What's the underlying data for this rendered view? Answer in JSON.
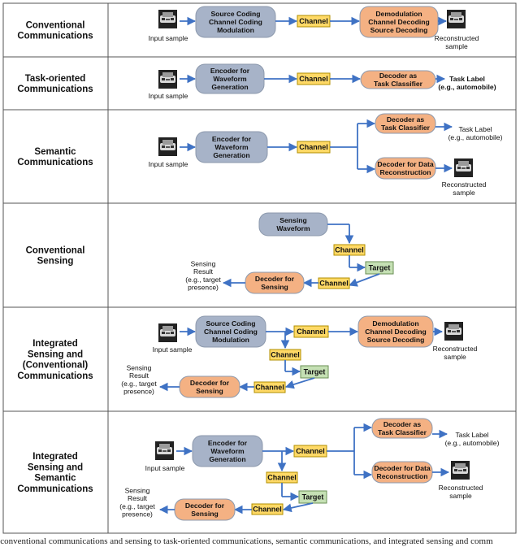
{
  "colors": {
    "blue_box": "#a7b3c8",
    "orange_box": "#f4b183",
    "channel_box": "#ffd966",
    "target_box": "#c5e0b4",
    "arrow": "#3f72c4",
    "border": "#555555"
  },
  "rows": [
    {
      "label": [
        "Conventional",
        "Communications"
      ],
      "texts": {
        "input": "Input sample",
        "encoder": [
          "Source Coding",
          "Channel Coding",
          "Modulation"
        ],
        "channel": "Channel",
        "decoder": [
          "Demodulation",
          "Channel Decoding",
          "Source Decoding"
        ],
        "output": [
          "Reconstructed",
          "sample"
        ]
      }
    },
    {
      "label": [
        "Task-oriented",
        "Communications"
      ],
      "texts": {
        "input": "Input sample",
        "encoder": [
          "Encoder for",
          "Waveform",
          "Generation"
        ],
        "channel": "Channel",
        "decoder": [
          "Decoder as",
          "Task Classifier"
        ],
        "output": [
          "Task Label",
          "(e.g., automobile)"
        ]
      }
    },
    {
      "label": [
        "Semantic",
        "Communications"
      ],
      "texts": {
        "input": "Input sample",
        "encoder": [
          "Encoder for",
          "Waveform",
          "Generation"
        ],
        "channel": "Channel",
        "decoder1": [
          "Decoder as",
          "Task Classifier"
        ],
        "output1": [
          "Task Label",
          "(e.g., automobile)"
        ],
        "decoder2": [
          "Decoder for Data",
          "Reconstruction"
        ],
        "output2": [
          "Reconstructed",
          "sample"
        ]
      }
    },
    {
      "label": [
        "Conventional",
        "Sensing"
      ],
      "texts": {
        "waveform": [
          "Sensing",
          "Waveform"
        ],
        "channel1": "Channel",
        "target": "Target",
        "channel2": "Channel",
        "decoder": [
          "Decoder for",
          "Sensing"
        ],
        "result": [
          "Sensing",
          "Result",
          "(e.g., target",
          "presence)"
        ]
      }
    },
    {
      "label": [
        "Integrated",
        "Sensing and",
        "(Conventional)",
        "Communications"
      ],
      "texts": {
        "input": "Input sample",
        "encoder": [
          "Source Coding",
          "Channel Coding",
          "Modulation"
        ],
        "channel": "Channel",
        "decoder": [
          "Demodulation",
          "Channel Decoding",
          "Source Decoding"
        ],
        "output": [
          "Reconstructed",
          "sample"
        ],
        "channel1": "Channel",
        "target": "Target",
        "channel2": "Channel",
        "sdecoder": [
          "Decoder for",
          "Sensing"
        ],
        "result": [
          "Sensing",
          "Result",
          "(e.g., target",
          "presence)"
        ]
      }
    },
    {
      "label": [
        "Integrated",
        "Sensing and",
        "Semantic",
        "Communications"
      ],
      "texts": {
        "input": "Input sample",
        "encoder": [
          "Encoder for",
          "Waveform",
          "Generation"
        ],
        "channel": "Channel",
        "decoder1": [
          "Decoder as",
          "Task Classifier"
        ],
        "output1": [
          "Task Label",
          "(e.g., automobile)"
        ],
        "decoder2": [
          "Decoder for Data",
          "Reconstruction"
        ],
        "output2": [
          "Reconstructed",
          "sample"
        ],
        "channel1": "Channel",
        "target": "Target",
        "channel2": "Channel",
        "sdecoder": [
          "Decoder for",
          "Sensing"
        ],
        "result": [
          "Sensing",
          "Result",
          "(e.g., target",
          "presence)"
        ]
      }
    }
  ],
  "caption": "n conventional communications and sensing to task-oriented communications, semantic communications, and integrated sensing and comm"
}
